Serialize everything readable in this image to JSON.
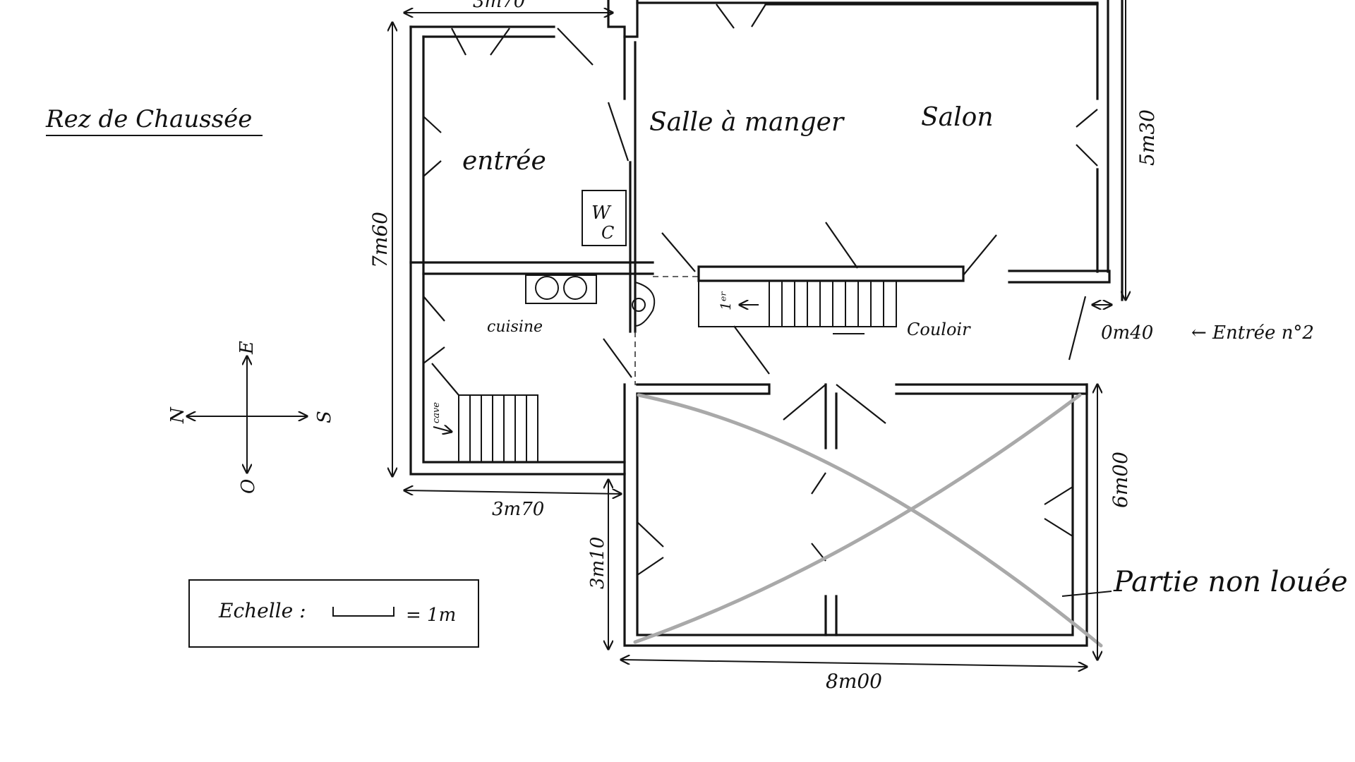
{
  "title": "Rez de Chaussée",
  "rooms": {
    "entree": "entrée",
    "salle_a_manger": "Salle à manger",
    "salon": "Salon",
    "wc_w": "W",
    "wc_c": "C",
    "cuisine": "cuisine",
    "couloir": "Couloir",
    "cave": "cave",
    "stair_label": "1ᵉʳ"
  },
  "dimensions": {
    "top_width": "3m70",
    "left_height": "7m60",
    "right_height": "5m30",
    "bottom_left_width": "3m70",
    "annex_height": "3m10",
    "annex_width": "8m00",
    "annex_right_height": "6m00",
    "entry2_width": "0m40"
  },
  "annotations": {
    "entree2": "← Entrée n°2",
    "partie_non_louee": "Partie non louée"
  },
  "compass": {
    "north": "E",
    "west": "N",
    "east": "S",
    "south": "O"
  },
  "scale": {
    "label": "Echelle :",
    "value": "= 1m"
  },
  "colors": {
    "ink": "#141414",
    "cross_out": "#a9a9a9"
  }
}
